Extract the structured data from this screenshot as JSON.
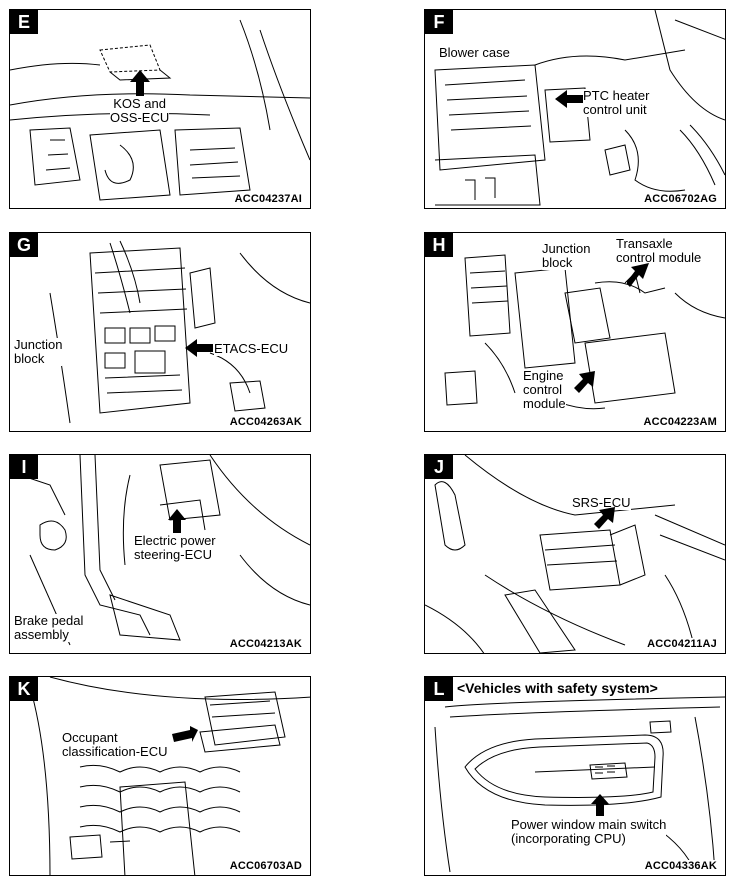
{
  "panels": [
    {
      "letter": "E",
      "code": "ACC04237AI",
      "labels": [
        "KOS and",
        "OSS-ECU"
      ]
    },
    {
      "letter": "F",
      "code": "ACC06702AG",
      "labels": [
        "Blower case",
        "PTC heater",
        "control unit"
      ]
    },
    {
      "letter": "G",
      "code": "ACC04263AK",
      "labels": [
        "Junction",
        "block",
        "ETACS-ECU"
      ]
    },
    {
      "letter": "H",
      "code": "ACC04223AM",
      "labels": [
        "Junction",
        "block",
        "Transaxle",
        "control module",
        "Engine",
        "control",
        "module"
      ]
    },
    {
      "letter": "I",
      "code": "ACC04213AK",
      "labels": [
        "Electric power",
        "steering-ECU",
        "Brake pedal",
        "assembly"
      ]
    },
    {
      "letter": "J",
      "code": "ACC04211AJ",
      "labels": [
        "SRS-ECU"
      ]
    },
    {
      "letter": "K",
      "code": "ACC06703AD",
      "labels": [
        "Occupant",
        "classification-ECU"
      ]
    },
    {
      "letter": "L",
      "code": "ACC04336AK",
      "header": "<Vehicles with safety system>",
      "labels": [
        "Power window main switch",
        "(incorporating CPU)"
      ]
    }
  ]
}
